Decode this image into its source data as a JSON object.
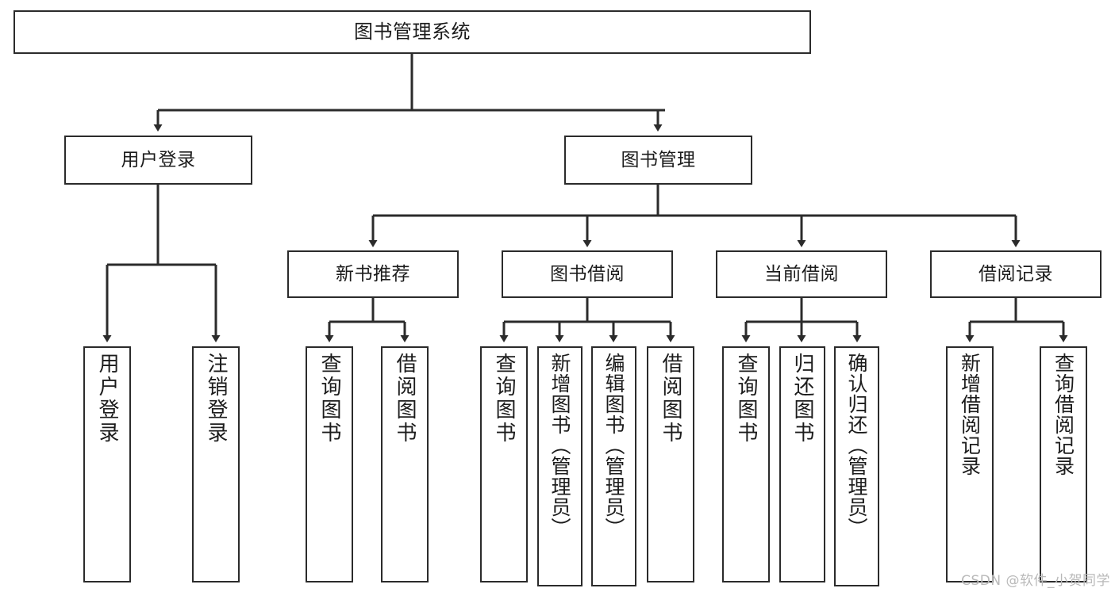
{
  "diagram": {
    "title": "图书管理系统",
    "type": "tree",
    "watermark": "CSDN @软件_小贺同学",
    "colors": {
      "box_border": "#2b2b2b",
      "box_fill": "#ffffff",
      "edge": "#2b2b2b",
      "text": "#1c1c1c",
      "watermark": "#b9b9b9"
    },
    "nodes": {
      "root": {
        "label": "图书管理系统",
        "level": 1,
        "orientation": "horizontal"
      },
      "l2": [
        {
          "id": "user-login",
          "label": "用户登录",
          "level": 2,
          "orientation": "horizontal"
        },
        {
          "id": "book-manage",
          "label": "图书管理",
          "level": 2,
          "orientation": "horizontal"
        }
      ],
      "l3": [
        {
          "id": "new-book-recommend",
          "label": "新书推荐",
          "level": 3,
          "orientation": "horizontal",
          "parent": "book-manage"
        },
        {
          "id": "book-borrow",
          "label": "图书借阅",
          "level": 3,
          "orientation": "horizontal",
          "parent": "book-manage"
        },
        {
          "id": "current-borrow",
          "label": "当前借阅",
          "level": 3,
          "orientation": "horizontal",
          "parent": "book-manage"
        },
        {
          "id": "borrow-record",
          "label": "借阅记录",
          "level": 3,
          "orientation": "horizontal",
          "parent": "book-manage"
        }
      ],
      "leaves": [
        {
          "id": "leaf-user-login",
          "label": "用户登录",
          "parent": "user-login",
          "orientation": "vertical"
        },
        {
          "id": "leaf-logout",
          "label": "注销登录",
          "parent": "user-login",
          "orientation": "vertical"
        },
        {
          "id": "leaf-query-book-1",
          "label": "查询图书",
          "parent": "new-book-recommend",
          "orientation": "vertical"
        },
        {
          "id": "leaf-borrow-book-1",
          "label": "借阅图书",
          "parent": "new-book-recommend",
          "orientation": "vertical"
        },
        {
          "id": "leaf-query-book-2",
          "label": "查询图书",
          "parent": "book-borrow",
          "orientation": "vertical"
        },
        {
          "id": "leaf-add-book",
          "label": "新增图书（管理员）",
          "parent": "book-borrow",
          "orientation": "vertical"
        },
        {
          "id": "leaf-edit-book",
          "label": "编辑图书（管理员）",
          "parent": "book-borrow",
          "orientation": "vertical"
        },
        {
          "id": "leaf-borrow-book-2",
          "label": "借阅图书",
          "parent": "book-borrow",
          "orientation": "vertical"
        },
        {
          "id": "leaf-query-book-3",
          "label": "查询图书",
          "parent": "current-borrow",
          "orientation": "vertical"
        },
        {
          "id": "leaf-return-book",
          "label": "归还图书",
          "parent": "current-borrow",
          "orientation": "vertical"
        },
        {
          "id": "leaf-confirm-return",
          "label": "确认归还（管理员）",
          "parent": "current-borrow",
          "orientation": "vertical"
        },
        {
          "id": "leaf-add-record",
          "label": "新增借阅记录",
          "parent": "borrow-record",
          "orientation": "vertical"
        },
        {
          "id": "leaf-query-record",
          "label": "查询借阅记录",
          "parent": "borrow-record",
          "orientation": "vertical"
        }
      ]
    }
  }
}
